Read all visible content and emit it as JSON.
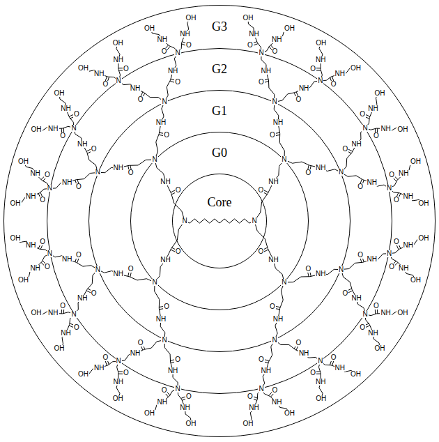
{
  "diagram": {
    "nodes": [
      {
        "text": [
          "G3"
        ]
      },
      {
        "text": [
          "G2"
        ],
        "in": 0
      },
      {
        "text": [
          "G1"
        ],
        "in": 1
      },
      {
        "text": [
          "G0"
        ],
        "in": 2
      },
      {
        "text": [
          "Core"
        ],
        "in": 3
      }
    ],
    "labels": [
      "N",
      "O",
      "NH",
      "N",
      "O",
      "NH",
      "N",
      "O",
      "NH",
      "N",
      "O",
      "NH",
      "OH",
      "O",
      "NH",
      "OH",
      "O",
      "NH",
      "N",
      "O",
      "NH",
      "OH",
      "O",
      "NH",
      "OH",
      "O",
      "NH",
      "N",
      "O",
      "NH",
      "N",
      "O",
      "NH",
      "OH",
      "O",
      "NH",
      "OH",
      "O",
      "NH",
      "N",
      "O",
      "NH",
      "OH",
      "O",
      "NH",
      "OH",
      "O",
      "NH",
      "N",
      "O",
      "NH",
      "N",
      "O",
      "NH",
      "N",
      "O",
      "NH",
      "OH",
      "O",
      "NH",
      "OH",
      "O",
      "NH",
      "N",
      "O",
      "NH",
      "OH",
      "O",
      "NH",
      "OH",
      "O",
      "NH",
      "N",
      "O",
      "NH",
      "N",
      "O",
      "NH",
      "OH",
      "O",
      "NH",
      "OH",
      "O",
      "NH",
      "N",
      "O",
      "NH",
      "OH",
      "O",
      "NH",
      "OH",
      "N",
      "O",
      "NH",
      "N",
      "O",
      "NH",
      "N",
      "O",
      "NH",
      "N",
      "O",
      "NH",
      "OH",
      "O",
      "NH",
      "OH",
      "O",
      "NH",
      "N",
      "O",
      "NH",
      "OH",
      "O",
      "NH",
      "OH",
      "O",
      "NH",
      "N",
      "O",
      "NH",
      "N",
      "O",
      "NH",
      "OH",
      "O",
      "NH",
      "OH",
      "O",
      "NH",
      "N",
      "O",
      "NH",
      "OH",
      "O",
      "NH",
      "OH",
      "O",
      "NH",
      "N",
      "O",
      "NH",
      "N",
      "O",
      "NH",
      "N",
      "O",
      "NH",
      "OH",
      "O",
      "NH",
      "OH",
      "O",
      "NH",
      "N",
      "O",
      "NH",
      "OH",
      "O",
      "NH",
      "OH",
      "O",
      "NH",
      "N",
      "O",
      "NH",
      "N",
      "O",
      "NH",
      "OH",
      "O",
      "NH",
      "OH",
      "O",
      "NH",
      "N",
      "O",
      "NH",
      "OH",
      "O",
      "NH",
      "OH"
    ]
  }
}
